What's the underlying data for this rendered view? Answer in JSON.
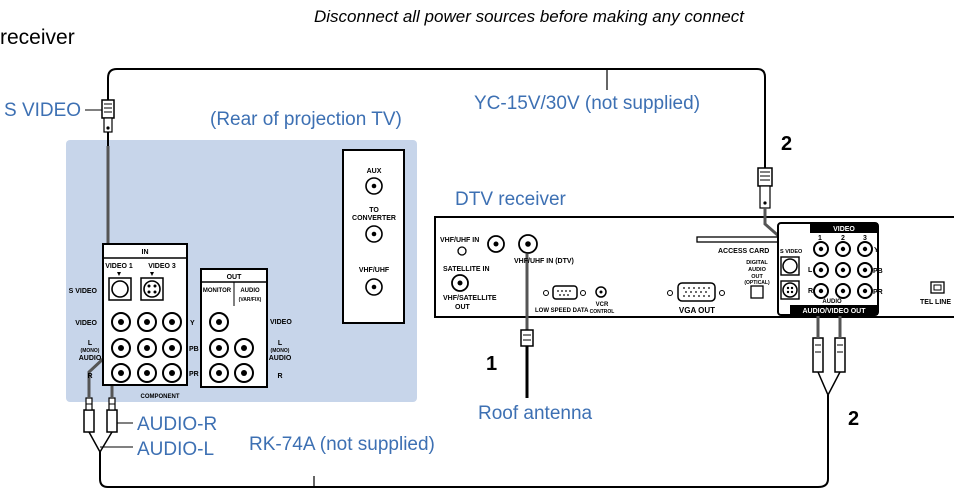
{
  "header": {
    "caution": "Disconnect all power sources before making any connect",
    "left_fragment": "receiver"
  },
  "labels": {
    "s_video": "S VIDEO",
    "rear_tv": "(Rear of projection TV)",
    "yc_cable": "YC-15V/30V (not supplied)",
    "dtv_receiver": "DTV receiver",
    "audio_r": "AUDIO-R",
    "audio_l": "AUDIO-L",
    "rk_cable": "RK-74A (not supplied)",
    "roof_antenna": "Roof antenna",
    "step1": "1",
    "step2_top": "2",
    "step2_bottom": "2"
  },
  "tv_panel": {
    "aux": "AUX",
    "to": "TO",
    "converter": "CONVERTER",
    "vhf_uhf": "VHF/UHF",
    "in_header": "IN",
    "video1": "VIDEO 1",
    "video3": "VIDEO 3",
    "s_video": "S VIDEO",
    "video": "VIDEO",
    "l": "L",
    "mono": "(MONO)",
    "audio": "AUDIO",
    "r": "R",
    "y": "Y",
    "pb": "PB",
    "pr": "PR",
    "component": "COMPONENT",
    "out_header": "OUT",
    "monitor": "MONITOR",
    "audio_var": "AUDIO",
    "var_fix": "(VAR/FIX)",
    "out_video": "VIDEO",
    "out_l": "L",
    "out_mono": "(MONO)",
    "out_audio": "AUDIO",
    "out_r": "R"
  },
  "receiver_panel": {
    "vhf_uhf_in": "VHF/UHF IN",
    "vhf_uhf_in_dtv": "VHF/UHF IN (DTV)",
    "satellite_in": "SATELLITE IN",
    "vhf_satellite": "VHF/SATELLITE",
    "out": "OUT",
    "low_speed_data": "LOW SPEED DATA",
    "vcr": "VCR",
    "control": "CONTROL",
    "vga_out": "VGA OUT",
    "access_card": "ACCESS CARD",
    "digital": "DIGITAL",
    "audio": "AUDIO",
    "out_optical_1": "OUT",
    "optical": "(OPTICAL)",
    "s_video": "S VIDEO",
    "video_header": "VIDEO",
    "col1": "1",
    "col2": "2",
    "col3": "3",
    "l": "L",
    "r": "R",
    "y": "Y",
    "pb": "PB",
    "pr": "PR",
    "audio_mid": "AUDIO",
    "audio_video_out": "AUDIO/VIDEO OUT",
    "tel_line": "TEL LINE"
  }
}
